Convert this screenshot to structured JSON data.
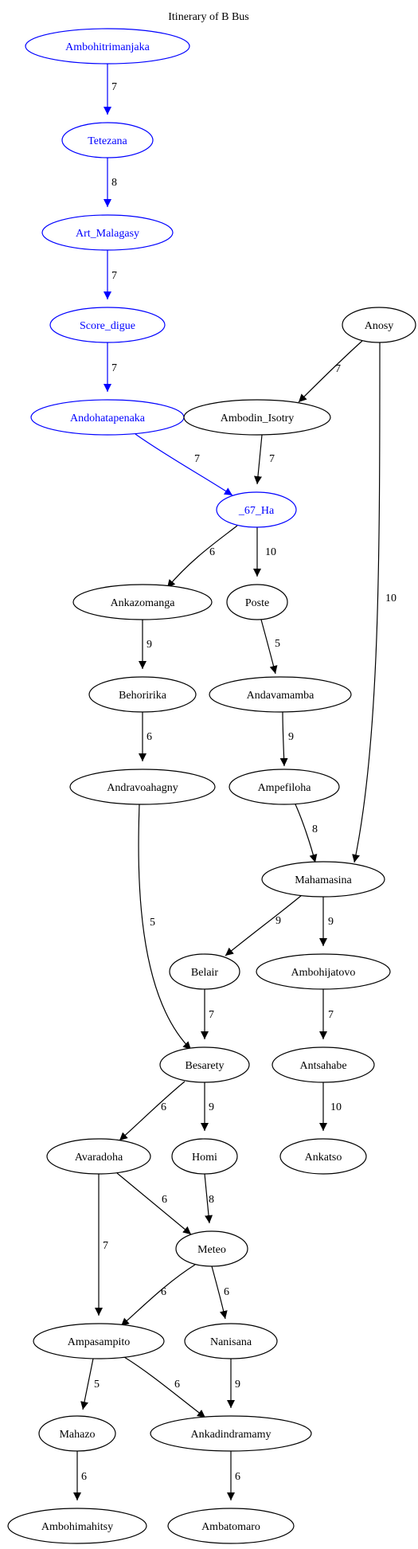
{
  "title": "Itinerary of B Bus",
  "colors": {
    "highlight": "#0000ff",
    "default": "#000000"
  },
  "nodes": [
    {
      "id": "Ambohitrimanjaka",
      "label": "Ambohitrimanjaka",
      "highlight": true
    },
    {
      "id": "Tetezana",
      "label": "Tetezana",
      "highlight": true
    },
    {
      "id": "Art_Malagasy",
      "label": "Art_Malagasy",
      "highlight": true
    },
    {
      "id": "Score_digue",
      "label": "Score_digue",
      "highlight": true
    },
    {
      "id": "Andohatapenaka",
      "label": "Andohatapenaka",
      "highlight": true
    },
    {
      "id": "_67_Ha",
      "label": "_67_Ha",
      "highlight": true
    },
    {
      "id": "Anosy",
      "label": "Anosy",
      "highlight": false
    },
    {
      "id": "Ambodin_Isotry",
      "label": "Ambodin_Isotry",
      "highlight": false
    },
    {
      "id": "Ankazomanga",
      "label": "Ankazomanga",
      "highlight": false
    },
    {
      "id": "Poste",
      "label": "Poste",
      "highlight": false
    },
    {
      "id": "Behoririka",
      "label": "Behoririka",
      "highlight": false
    },
    {
      "id": "Andavamamba",
      "label": "Andavamamba",
      "highlight": false
    },
    {
      "id": "Andravoahagny",
      "label": "Andravoahagny",
      "highlight": false
    },
    {
      "id": "Ampefiloha",
      "label": "Ampefiloha",
      "highlight": false
    },
    {
      "id": "Mahamasina",
      "label": "Mahamasina",
      "highlight": false
    },
    {
      "id": "Belair",
      "label": "Belair",
      "highlight": false
    },
    {
      "id": "Ambohijatovo",
      "label": "Ambohijatovo",
      "highlight": false
    },
    {
      "id": "Besarety",
      "label": "Besarety",
      "highlight": false
    },
    {
      "id": "Antsahabe",
      "label": "Antsahabe",
      "highlight": false
    },
    {
      "id": "Avaradoha",
      "label": "Avaradoha",
      "highlight": false
    },
    {
      "id": "Homi",
      "label": "Homi",
      "highlight": false
    },
    {
      "id": "Ankatso",
      "label": "Ankatso",
      "highlight": false
    },
    {
      "id": "Meteo",
      "label": "Meteo",
      "highlight": false
    },
    {
      "id": "Ampasampito",
      "label": "Ampasampito",
      "highlight": false
    },
    {
      "id": "Nanisana",
      "label": "Nanisana",
      "highlight": false
    },
    {
      "id": "Mahazo",
      "label": "Mahazo",
      "highlight": false
    },
    {
      "id": "Ankadindramamy",
      "label": "Ankadindramamy",
      "highlight": false
    },
    {
      "id": "Ambohimahitsy",
      "label": "Ambohimahitsy",
      "highlight": false
    },
    {
      "id": "Ambatomaro",
      "label": "Ambatomaro",
      "highlight": false
    }
  ],
  "edges": [
    {
      "from": "Ambohitrimanjaka",
      "to": "Tetezana",
      "label": "7",
      "highlight": true
    },
    {
      "from": "Tetezana",
      "to": "Art_Malagasy",
      "label": "8",
      "highlight": true
    },
    {
      "from": "Art_Malagasy",
      "to": "Score_digue",
      "label": "7",
      "highlight": true
    },
    {
      "from": "Score_digue",
      "to": "Andohatapenaka",
      "label": "7",
      "highlight": true
    },
    {
      "from": "Andohatapenaka",
      "to": "_67_Ha",
      "label": "7",
      "highlight": true
    },
    {
      "from": "Anosy",
      "to": "Ambodin_Isotry",
      "label": "7",
      "highlight": false
    },
    {
      "from": "Ambodin_Isotry",
      "to": "_67_Ha",
      "label": "7",
      "highlight": false
    },
    {
      "from": "Anosy",
      "to": "Mahamasina",
      "label": "10",
      "highlight": false
    },
    {
      "from": "_67_Ha",
      "to": "Ankazomanga",
      "label": "6",
      "highlight": false
    },
    {
      "from": "_67_Ha",
      "to": "Poste",
      "label": "10",
      "highlight": false
    },
    {
      "from": "Ankazomanga",
      "to": "Behoririka",
      "label": "9",
      "highlight": false
    },
    {
      "from": "Poste",
      "to": "Andavamamba",
      "label": "5",
      "highlight": false
    },
    {
      "from": "Behoririka",
      "to": "Andravoahagny",
      "label": "6",
      "highlight": false
    },
    {
      "from": "Andavamamba",
      "to": "Ampefiloha",
      "label": "9",
      "highlight": false
    },
    {
      "from": "Ampefiloha",
      "to": "Mahamasina",
      "label": "8",
      "highlight": false
    },
    {
      "from": "Andravoahagny",
      "to": "Besarety",
      "label": "5",
      "highlight": false
    },
    {
      "from": "Mahamasina",
      "to": "Belair",
      "label": "9",
      "highlight": false
    },
    {
      "from": "Mahamasina",
      "to": "Ambohijatovo",
      "label": "9",
      "highlight": false
    },
    {
      "from": "Belair",
      "to": "Besarety",
      "label": "7",
      "highlight": false
    },
    {
      "from": "Ambohijatovo",
      "to": "Antsahabe",
      "label": "7",
      "highlight": false
    },
    {
      "from": "Antsahabe",
      "to": "Ankatso",
      "label": "10",
      "highlight": false
    },
    {
      "from": "Besarety",
      "to": "Avaradoha",
      "label": "6",
      "highlight": false
    },
    {
      "from": "Besarety",
      "to": "Homi",
      "label": "9",
      "highlight": false
    },
    {
      "from": "Avaradoha",
      "to": "Meteo",
      "label": "6",
      "highlight": false
    },
    {
      "from": "Homi",
      "to": "Meteo",
      "label": "8",
      "highlight": false
    },
    {
      "from": "Avaradoha",
      "to": "Ampasampito",
      "label": "7",
      "highlight": false
    },
    {
      "from": "Meteo",
      "to": "Ampasampito",
      "label": "6",
      "highlight": false
    },
    {
      "from": "Meteo",
      "to": "Nanisana",
      "label": "6",
      "highlight": false
    },
    {
      "from": "Ampasampito",
      "to": "Mahazo",
      "label": "5",
      "highlight": false
    },
    {
      "from": "Ampasampito",
      "to": "Ankadindramamy",
      "label": "6",
      "highlight": false
    },
    {
      "from": "Nanisana",
      "to": "Ankadindramamy",
      "label": "9",
      "highlight": false
    },
    {
      "from": "Mahazo",
      "to": "Ambohimahitsy",
      "label": "6",
      "highlight": false
    },
    {
      "from": "Ankadindramamy",
      "to": "Ambatomaro",
      "label": "6",
      "highlight": false
    }
  ]
}
